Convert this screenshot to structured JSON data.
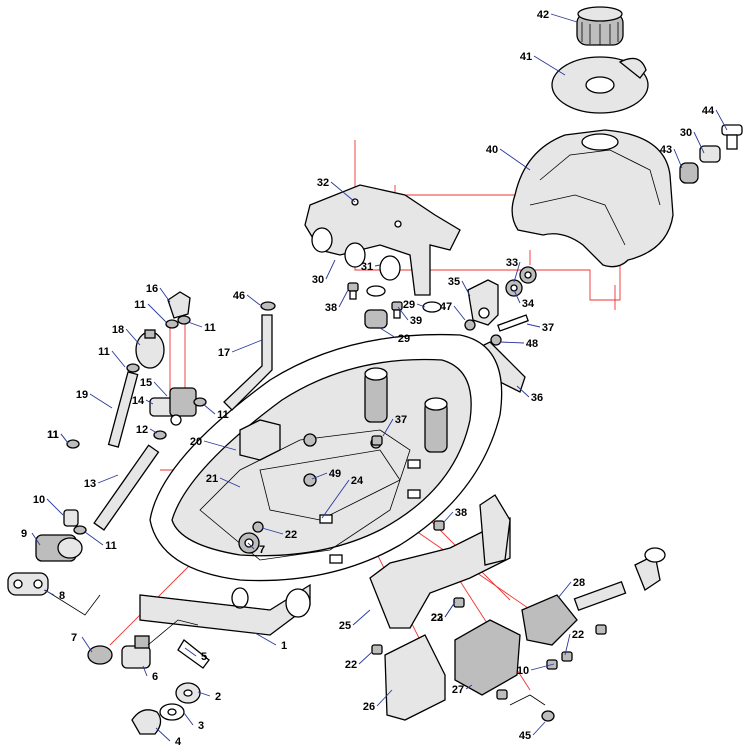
{
  "diagram": {
    "part_numbers": [
      "1",
      "2",
      "3",
      "4",
      "5",
      "6",
      "7",
      "7",
      "8",
      "9",
      "10",
      "10",
      "11",
      "11",
      "11",
      "11",
      "11",
      "11",
      "11",
      "12",
      "13",
      "14",
      "15",
      "16",
      "17",
      "18",
      "19",
      "20",
      "21",
      "22",
      "22",
      "22",
      "22",
      "23",
      "24",
      "25",
      "26",
      "27",
      "28",
      "29",
      "29",
      "30",
      "30",
      "31",
      "32",
      "33",
      "34",
      "35",
      "36",
      "37",
      "37",
      "38",
      "38",
      "39",
      "40",
      "41",
      "42",
      "43",
      "44",
      "45",
      "46",
      "47",
      "48",
      "49"
    ]
  },
  "colors": {
    "leader_line": "#2a3a9a",
    "guide_line": "#e33333",
    "ink": "#000000"
  }
}
